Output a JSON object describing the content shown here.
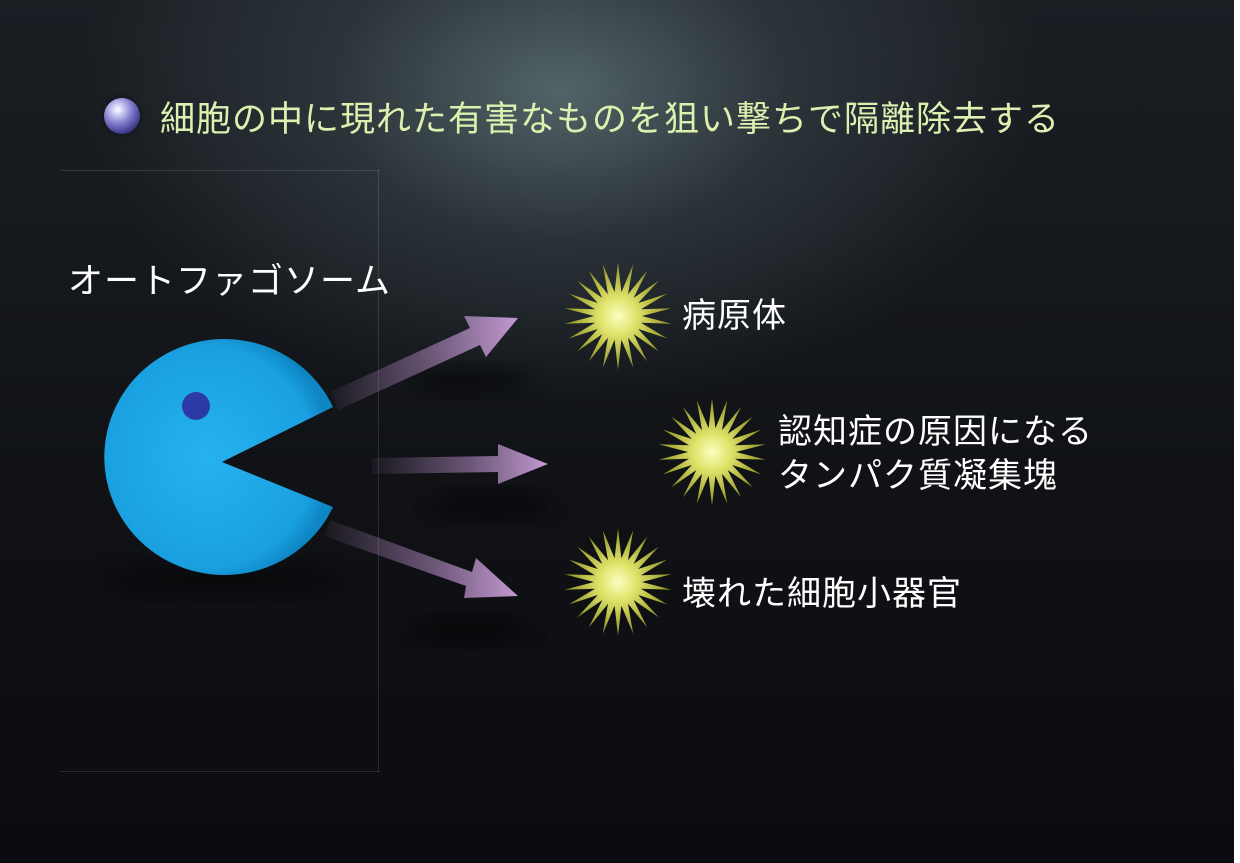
{
  "slide": {
    "title": "細胞の中に現れた有害なものを狙い撃ちで隔離除去する",
    "actor_label": "オートファゴソーム",
    "targets": [
      {
        "lines": [
          "病原体"
        ]
      },
      {
        "lines": [
          "認知症の原因になる",
          "タンパク質凝集塊"
        ]
      },
      {
        "lines": [
          "壊れた細胞小器官"
        ]
      }
    ]
  },
  "colors": {
    "title_text": "#dcf0b0",
    "pacman": "#1ea8e6",
    "pacman_eye": "#2b3aa6",
    "arrow": "#b48cc4",
    "star_core": "#f4f79a",
    "star_edge": "#9c9c2c"
  },
  "icons": {
    "bullet": "sphere-bullet-icon",
    "actor": "pacman-icon",
    "target": "starburst-icon"
  }
}
